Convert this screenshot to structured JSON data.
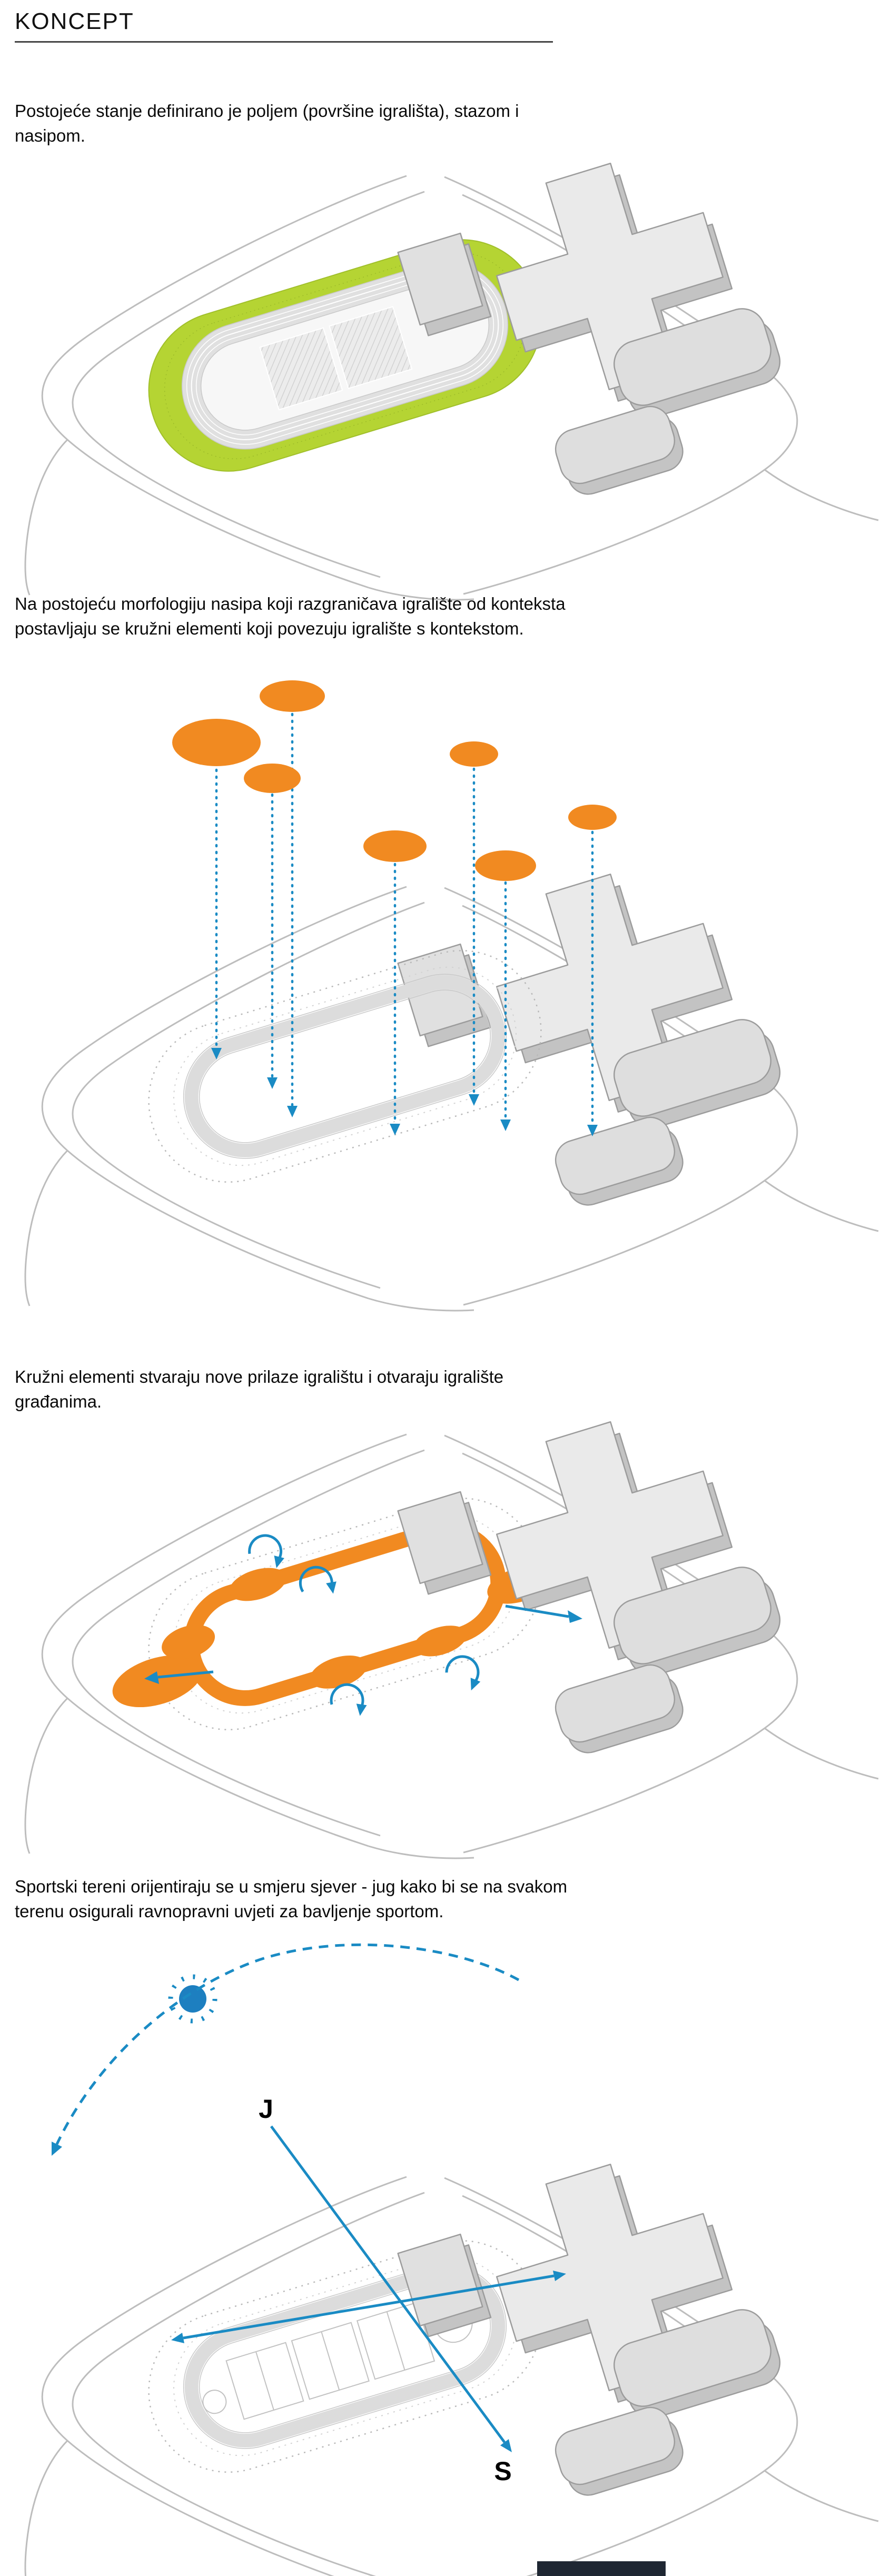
{
  "page": {
    "title": "KONCEPT"
  },
  "sections": [
    {
      "name": "existing-state",
      "text": "Postojeće stanje definirano je poljem (površine igrališta), stazom i\nnasipom."
    },
    {
      "name": "circular-elements",
      "text": "Na postojeću morfologiju nasipa koji razgraničava igralište od konteksta\npostavljaju se kružni elementi koji povezuju igralište s kontekstom."
    },
    {
      "name": "new-access",
      "text": "Kružni elementi stvaraju nove prilaze igralištu i otvaraju igralište\ngrađanima."
    },
    {
      "name": "orientation",
      "text": "Sportski tereni orijentiraju se u smjeru sjever - jug kako bi se na svakom\nterenu osigurali ravnopravni uvjeti za bavljenje sportom."
    }
  ],
  "orientation_labels": {
    "top": "J",
    "bottom": "S"
  },
  "icons": {
    "sun": "sun-icon",
    "drop_arrow": "drop-arrow-icon",
    "spin_arrow": "rotation-arrow-icon",
    "axis_arrow": "axis-arrow-icon"
  },
  "colors": {
    "field_green": "#b5d433",
    "element_orange": "#f18a21",
    "arrow_blue": "#1a8bc4",
    "sun_blue": "#1d7fc0",
    "building_top_gray": "#e9e9e9",
    "building_side_gray": "#c3c3c3",
    "road_gray": "#bdbdbd",
    "track_gray": "#dcdcdc",
    "footer_dark": "#1f2733"
  }
}
